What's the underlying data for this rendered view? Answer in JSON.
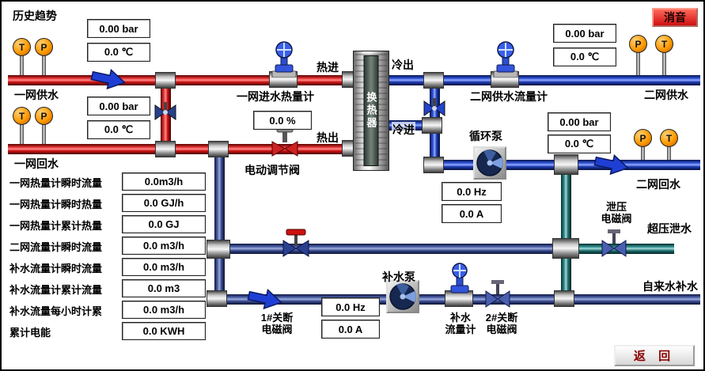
{
  "header": {
    "history_trend": "历史趋势",
    "mute_button": "消音",
    "back_button": "返 回"
  },
  "sensors": {
    "temp": "T",
    "pressure": "P"
  },
  "gauges": {
    "primary_supply": {
      "pressure": "0.00 bar",
      "temp": "0.0 ℃"
    },
    "primary_return": {
      "pressure": "0.00 bar",
      "temp": "0.0 ℃"
    },
    "secondary_supply": {
      "pressure": "0.00 bar",
      "temp": "0.0 ℃"
    },
    "secondary_return": {
      "pressure": "0.00 bar",
      "temp": "0.0 ℃"
    }
  },
  "pipe_labels": {
    "primary_supply": "一网供水",
    "primary_return": "一网回水",
    "secondary_supply": "二网供水",
    "secondary_return": "二网回水",
    "tap_water_makeup": "自来水补水",
    "overpressure_drain": "超压泄水"
  },
  "ports": {
    "hot_in": "热进",
    "hot_out": "热出",
    "cold_out": "冷出",
    "cold_in": "冷进"
  },
  "devices": {
    "heat_exchanger": "换热器",
    "primary_heat_meter": "一网进水热量计",
    "secondary_flow_meter": "二网供水流量计",
    "electric_valve": {
      "label": "电动调节阀",
      "opening": "0.0 %"
    },
    "circulation_pump": {
      "label": "循环泵",
      "freq": "0.0 Hz",
      "current": "0.0 A"
    },
    "makeup_pump": {
      "label": "补水泵",
      "freq": "0.0 Hz",
      "current": "0.0 A"
    },
    "relief_valve": {
      "line1": "泄压",
      "line2": "电磁阀"
    },
    "shutoff_valve_1": {
      "line1": "1#关断",
      "line2": "电磁阀"
    },
    "shutoff_valve_2": {
      "line1": "2#关断",
      "line2": "电磁阀"
    },
    "makeup_flow_meter": {
      "line1": "补水",
      "line2": "流量计"
    }
  },
  "left_panel": {
    "rows": [
      {
        "label": "一网热量计瞬时流量",
        "value": "0.0m3/h"
      },
      {
        "label": "一网热量计瞬时热量",
        "value": "0.0 GJ/h"
      },
      {
        "label": "一网热量计累计热量",
        "value": "0.0 GJ"
      },
      {
        "label": "二网流量计瞬时流量",
        "value": "0.0 m3/h"
      },
      {
        "label": "补水流量计瞬时流量",
        "value": "0.0 m3/h"
      },
      {
        "label": "补水流量计累计流量",
        "value": "0.0 m3"
      },
      {
        "label": "补水流量每小时计累",
        "value": "0.0 m3/h"
      },
      {
        "label": "累计电能",
        "value": "0.0 KWH"
      }
    ]
  }
}
